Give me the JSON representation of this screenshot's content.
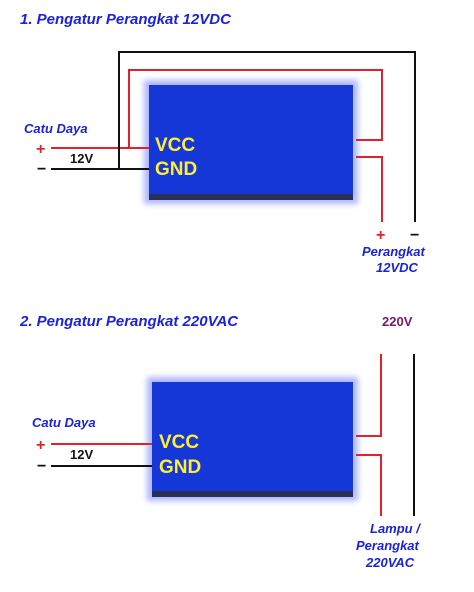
{
  "colors": {
    "title": "#1a22e0",
    "label": "#1a22e0",
    "module": "#1637d8",
    "pin_text": "#ffee33",
    "wire_red": "#e2222a",
    "wire_black": "#111111",
    "polarity_plus": "#e2222a",
    "polarity_minus": "#111111",
    "v220": "#7a1a66"
  },
  "section1": {
    "title": "1. Pengatur Perangkat 12VDC",
    "supply_label": "Catu Daya",
    "plus": "+",
    "minus": "−",
    "supply_voltage": "12V",
    "pin_vcc": "VCC",
    "pin_gnd": "GND",
    "load_plus": "+",
    "load_minus": "−",
    "load_line1": "Perangkat",
    "load_line2": "12VDC"
  },
  "section2": {
    "title": "2. Pengatur Perangkat 220VAC",
    "mains_label": "220V",
    "supply_label": "Catu Daya",
    "plus": "+",
    "minus": "−",
    "supply_voltage": "12V",
    "pin_vcc": "VCC",
    "pin_gnd": "GND",
    "load_line1": "Lampu /",
    "load_line2": "Perangkat",
    "load_line3": "220VAC"
  }
}
